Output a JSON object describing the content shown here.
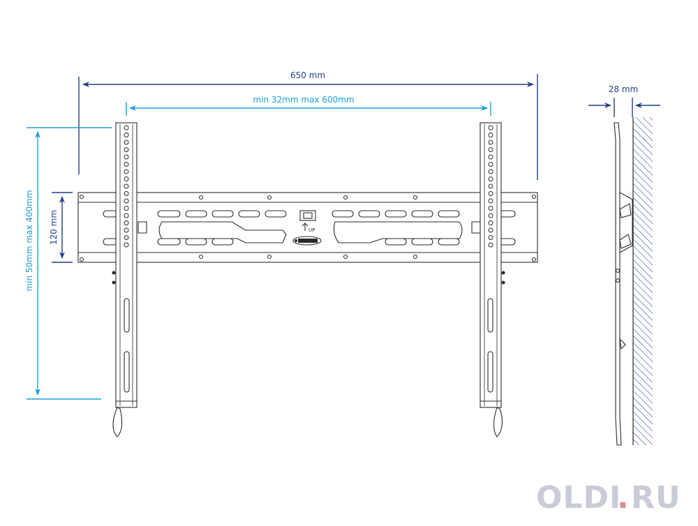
{
  "dimensions": {
    "overall_width": "650 mm",
    "vesa_horizontal": "min 32mm max 600mm",
    "bracket_depth": "28 mm",
    "vertical_range": "min 50mm max 400mm",
    "rail_height": "120 mm"
  },
  "labels": {
    "up_marker": "UP"
  },
  "watermark": {
    "left": "OLDI",
    "dot": ".",
    "right": "RU"
  },
  "colors": {
    "dark_blue": "#1f3f8a",
    "cyan": "#1aa0d8",
    "drawing": "#2a2a2a",
    "watermark": "#c8ccd6",
    "watermark_dot": "#e08a8a"
  }
}
